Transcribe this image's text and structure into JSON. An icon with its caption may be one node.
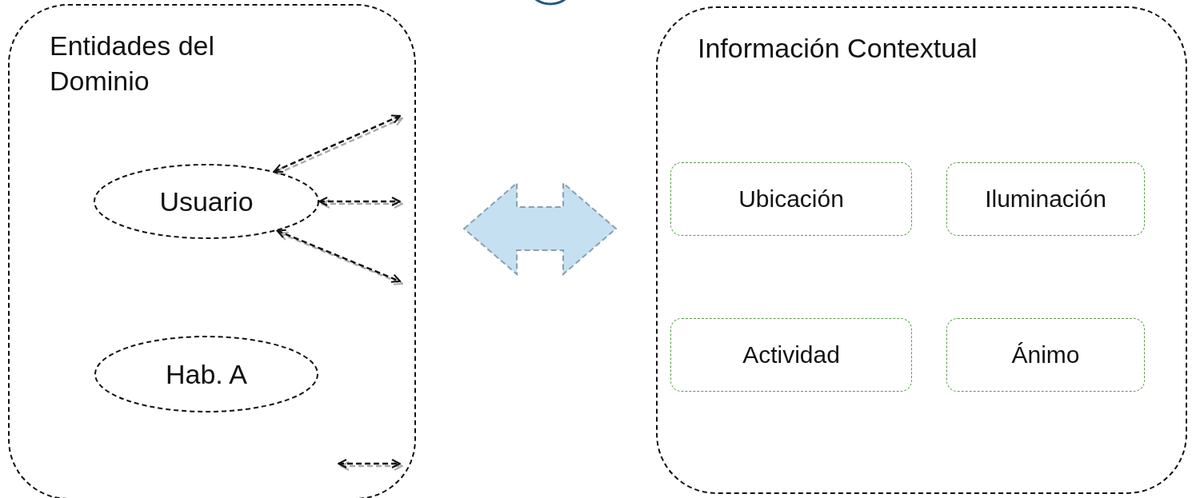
{
  "diagram": {
    "nodes": [
      {
        "text": [
          "Entidades del Dominio"
        ]
      },
      {
        "text": [
          "Usuario"
        ],
        "in": 0
      },
      {
        "text": [
          "Hab. A"
        ],
        "in": 0
      },
      {
        "text": [
          "Información Contextual"
        ]
      },
      {
        "text": [
          "Ubicación"
        ],
        "in": 3
      },
      {
        "text": [
          "Iluminación"
        ],
        "in": 3
      },
      {
        "text": [
          "Actividad"
        ],
        "in": 3
      },
      {
        "text": [
          "Ánimo"
        ],
        "in": 3
      }
    ],
    "edges": [
      {
        "from": 0,
        "to": 3,
        "arrow": "both",
        "style": "thick",
        "color": "#c5e0f0"
      },
      {
        "from": 1,
        "to": 0,
        "arrow": "both",
        "style": "dashed"
      },
      {
        "from": 1,
        "to": 0,
        "arrow": "both",
        "style": "dashed"
      },
      {
        "from": 1,
        "to": 0,
        "arrow": "both",
        "style": "dashed"
      },
      {
        "from": null,
        "to": 0,
        "arrow": "both",
        "style": "dashed"
      }
    ]
  }
}
